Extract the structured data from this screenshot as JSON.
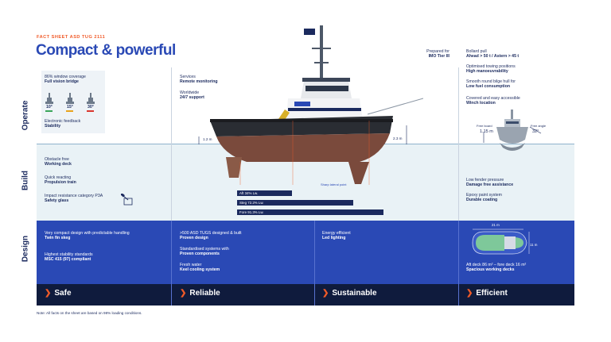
{
  "header": {
    "kicker": "FACT SHEET ASD TUG 2111",
    "title": "Compact & powerful"
  },
  "rows": {
    "operate": "Operate",
    "build": "Build",
    "design": "Design"
  },
  "operate": {
    "window_title": "86% window coverage",
    "window_value": "Full vision bridge",
    "angles": [
      "10°",
      "15°",
      "30°"
    ],
    "feedback_title": "Electronic feedback",
    "feedback_value": "Stability",
    "services_title": "Services",
    "services_value": "Remote monitoring",
    "worldwide_title": "Worldwide",
    "worldwide_value": "24/7 support",
    "prepared_title": "Prepared for",
    "prepared_value": "IMO Tier III",
    "bollard_title": "Bollard pull",
    "bollard_value": "Ahead > 50 t / Astern > 45 t",
    "towing_title": "Optimised towing positions",
    "towing_value": "High manoeuvrability",
    "hull_title": "Smooth round bilge hull for",
    "hull_value": "Low fuel consumption",
    "winch_title": "Covered and easy accessible",
    "winch_value": "Winch location",
    "freeboard_label": "Free board",
    "freeboard_value": "1.15 m",
    "freeangle_label": "Free angle",
    "freeangle_value": "32°"
  },
  "ship": {
    "dim_left": "1.2 m",
    "dim_right": "2.3 m",
    "sheer_label": "Sharp lateral point",
    "bars": [
      {
        "label": "Aft  34% Lw.",
        "fraction": 0.34
      },
      {
        "label": "Steg  72.2% Lw.",
        "fraction": 0.722
      },
      {
        "label": "Fore  91.3% Lw.",
        "fraction": 0.913
      }
    ]
  },
  "build": {
    "deck_title": "Obstacle free",
    "deck_value": "Working deck",
    "prop_title": "Quick reacting",
    "prop_value": "Propulsion train",
    "glass_title": "Impact resistance category P3A",
    "glass_value": "Safety glass",
    "fender_title": "Low fender pressure",
    "fender_value": "Damage free assistance",
    "paint_title": "Epoxy paint system",
    "paint_value": "Durable coating"
  },
  "design": {
    "safe_1_title": "Very compact design with predictable handling",
    "safe_1_value": "Twin fin skeg",
    "safe_2_title": "Highest stability standards",
    "safe_2_value": "MSC 415 (97) compliant",
    "rel_1_title": ">500 ASD TUGS designed & built",
    "rel_1_value": "Proven design",
    "rel_2_title": "Standardised systems with",
    "rel_2_value": "Proven components",
    "rel_3_title": "Fresh water",
    "rel_3_value": "Keel cooling system",
    "sus_1_title": "Energy efficient",
    "sus_1_value": "Led lighting",
    "eff_width": "21 m",
    "eff_length": "11 m",
    "eff_1_title": "Aft deck 86 m² – fore deck 16 m²",
    "eff_1_value": "Spacious working decks"
  },
  "footer": {
    "safe": "Safe",
    "reliable": "Reliable",
    "sustainable": "Sustainable",
    "efficient": "Efficient"
  },
  "note": "Note: All facts on the sheet are based on 98% loading conditions.",
  "colors": {
    "navy": "#1b2a5e",
    "accent": "#f05a28",
    "design_blue": "#2a49b5",
    "footer": "#0f1b3d",
    "build_bg": "#e9f2f6",
    "hull": "#7a4a3c"
  }
}
